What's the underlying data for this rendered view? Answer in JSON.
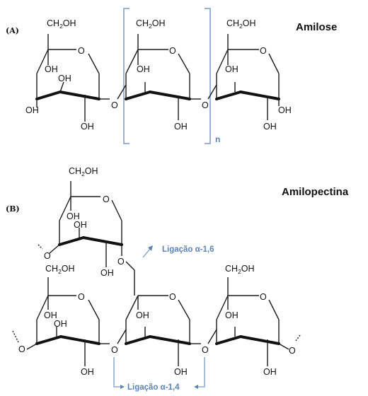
{
  "panel_a": {
    "label": "(A)",
    "title": "Amilose",
    "repeat_index": "n",
    "ring_oxygen": "O",
    "glycosidic_oxygen": "O",
    "hydroxyl": "OH",
    "ch2oh_main": "CH",
    "ch2oh_sub": "2",
    "ch2oh_tail": "OH"
  },
  "panel_b": {
    "label": "(B)",
    "title": "Amilopectina",
    "ring_oxygen": "O",
    "glycosidic_oxygen": "O",
    "hydroxyl": "OH",
    "ch2oh_main": "CH",
    "ch2oh_sub": "2",
    "ch2oh_tail": "OH",
    "branch_link": "Ligação α-1,6",
    "chain_link": "Ligação α-1,4"
  }
}
